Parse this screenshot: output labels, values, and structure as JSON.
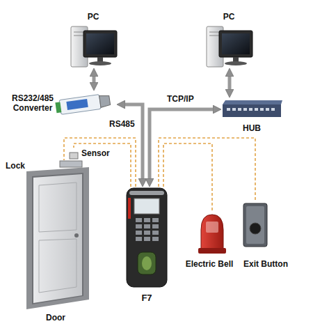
{
  "diagram": {
    "nodes": [
      {
        "text": [
          "PC"
        ]
      },
      {
        "text": [
          "PC"
        ]
      },
      {
        "text": [
          "RS232/485 Converter"
        ]
      },
      {
        "text": [
          "HUB"
        ]
      },
      {
        "text": [
          "Lock"
        ]
      },
      {
        "text": [
          "Sensor"
        ]
      },
      {
        "text": [
          "Door"
        ]
      },
      {
        "text": [
          "F7"
        ]
      },
      {
        "text": [
          "Electric Bell"
        ]
      },
      {
        "text": [
          "Exit Button"
        ]
      }
    ],
    "edges": [
      {
        "from": 0,
        "to": 2,
        "arrow": "both"
      },
      {
        "from": 1,
        "to": 3,
        "arrow": "both"
      },
      {
        "from": 2,
        "to": 7,
        "label": "RS485",
        "arrow": "both"
      },
      {
        "from": 3,
        "to": 7,
        "label": "TCP/IP",
        "arrow": "both"
      },
      {
        "from": 7,
        "to": 4,
        "arrow": "none"
      },
      {
        "from": 7,
        "to": 5,
        "arrow": "none"
      },
      {
        "from": 7,
        "to": 8,
        "arrow": "none"
      },
      {
        "from": 7,
        "to": 9,
        "arrow": "none"
      }
    ]
  }
}
